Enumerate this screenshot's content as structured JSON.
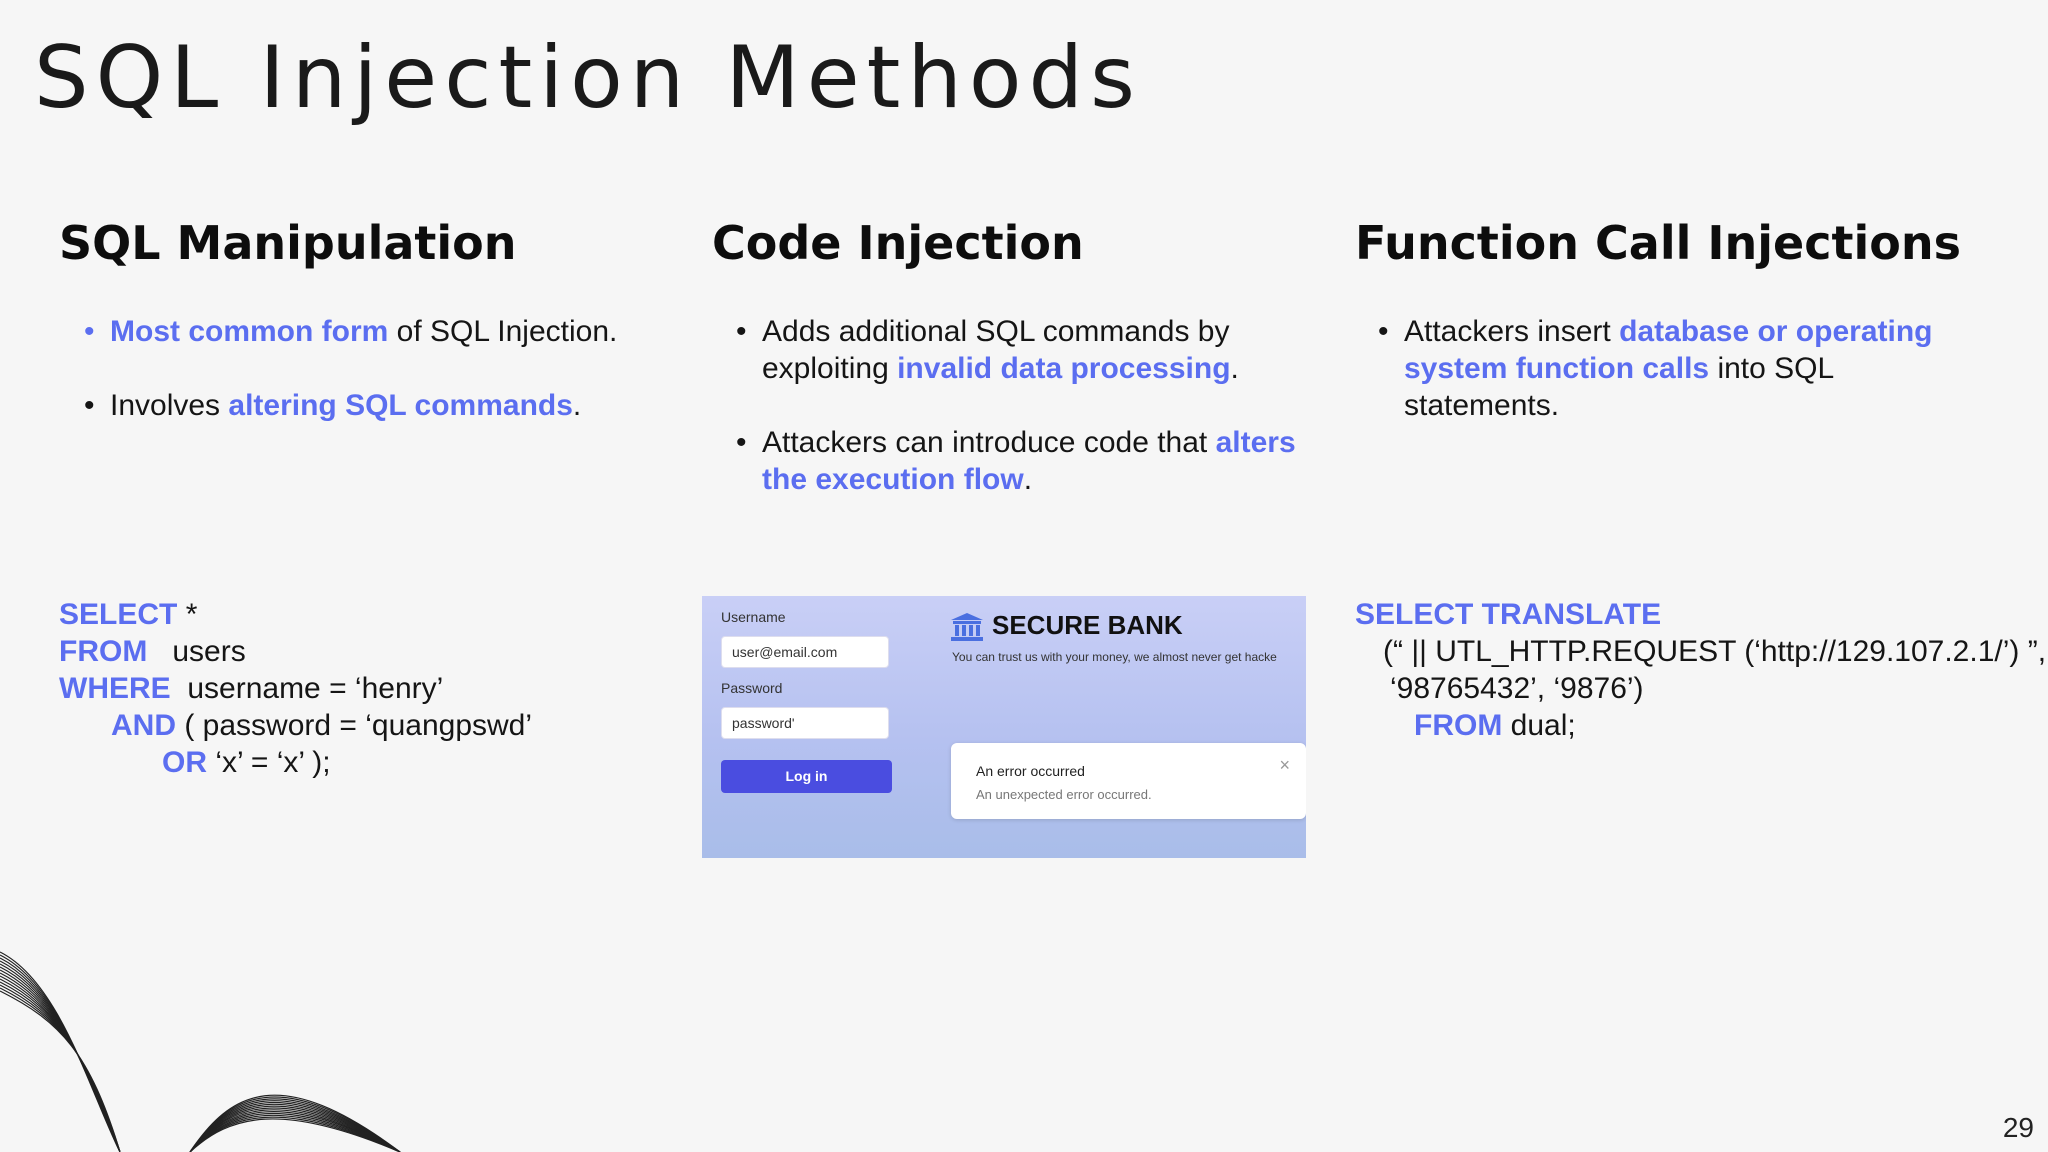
{
  "slide": {
    "title": "SQL Injection Methods",
    "page_number": "29"
  },
  "columns": [
    {
      "heading": "SQL Manipulation",
      "bullets": [
        {
          "parts": [
            {
              "t": "Most common form",
              "hl": true
            },
            {
              "t": " of SQL Injection."
            }
          ]
        },
        {
          "parts": [
            {
              "t": "Involves "
            },
            {
              "t": "altering SQL commands",
              "hl": true
            },
            {
              "t": "."
            }
          ]
        }
      ],
      "code": [
        {
          "indent": 0,
          "parts": [
            {
              "t": "SELECT",
              "kw": true
            },
            {
              "t": " *"
            }
          ]
        },
        {
          "indent": 0,
          "parts": [
            {
              "t": "FROM",
              "kw": true
            },
            {
              "t": "   users"
            }
          ]
        },
        {
          "indent": 0,
          "parts": [
            {
              "t": "WHERE",
              "kw": true
            },
            {
              "t": "  username = ‘henry’"
            }
          ]
        },
        {
          "indent": 52,
          "parts": [
            {
              "t": "AND",
              "kw": true
            },
            {
              "t": " ( password = ‘quangpswd’"
            }
          ]
        },
        {
          "indent": 103,
          "parts": [
            {
              "t": "OR",
              "kw": true
            },
            {
              "t": " ‘x’ = ‘x’ );"
            }
          ]
        }
      ]
    },
    {
      "heading": "Code Injection",
      "bullets": [
        {
          "parts": [
            {
              "t": "Adds additional SQL commands by exploiting "
            },
            {
              "t": "invalid data processing",
              "hl": true
            },
            {
              "t": "."
            }
          ]
        },
        {
          "parts": [
            {
              "t": "Attackers can introduce code that "
            },
            {
              "t": "alters the execution flow",
              "hl": true
            },
            {
              "t": "."
            }
          ]
        }
      ]
    },
    {
      "heading": "Function Call Injections",
      "bullets": [
        {
          "parts": [
            {
              "t": "Attackers insert "
            },
            {
              "t": "database or operating system function calls",
              "hl": true
            },
            {
              "t": " into SQL statements."
            }
          ]
        }
      ],
      "code": [
        {
          "indent": 0,
          "parts": [
            {
              "t": "SELECT TRANSLATE",
              "kw": true
            }
          ]
        },
        {
          "indent": 28,
          "parts": [
            {
              "t": "(“ || UTL_HTTP.REQUEST (‘http://129.107.2.1/’) ”,"
            }
          ]
        },
        {
          "indent": 35,
          "parts": [
            {
              "t": "‘98765432’, ‘9876’)"
            }
          ]
        },
        {
          "indent": 59,
          "parts": [
            {
              "t": "FROM",
              "kw": true
            },
            {
              "t": " dual;"
            }
          ]
        }
      ]
    }
  ],
  "login_screenshot": {
    "username_label": "Username",
    "username_value": "user@email.com",
    "password_label": "Password",
    "password_value": "password'",
    "login_button": "Log in",
    "brand": "SECURE BANK",
    "tagline": "You can trust us with your money, we almost never get hacke",
    "error_title": "An error occurred",
    "error_message": "An unexpected error occurred.",
    "close_glyph": "×"
  },
  "colors": {
    "accent": "#5b6ef0",
    "background": "#f6f6f6",
    "login_button": "#4a4de0"
  }
}
